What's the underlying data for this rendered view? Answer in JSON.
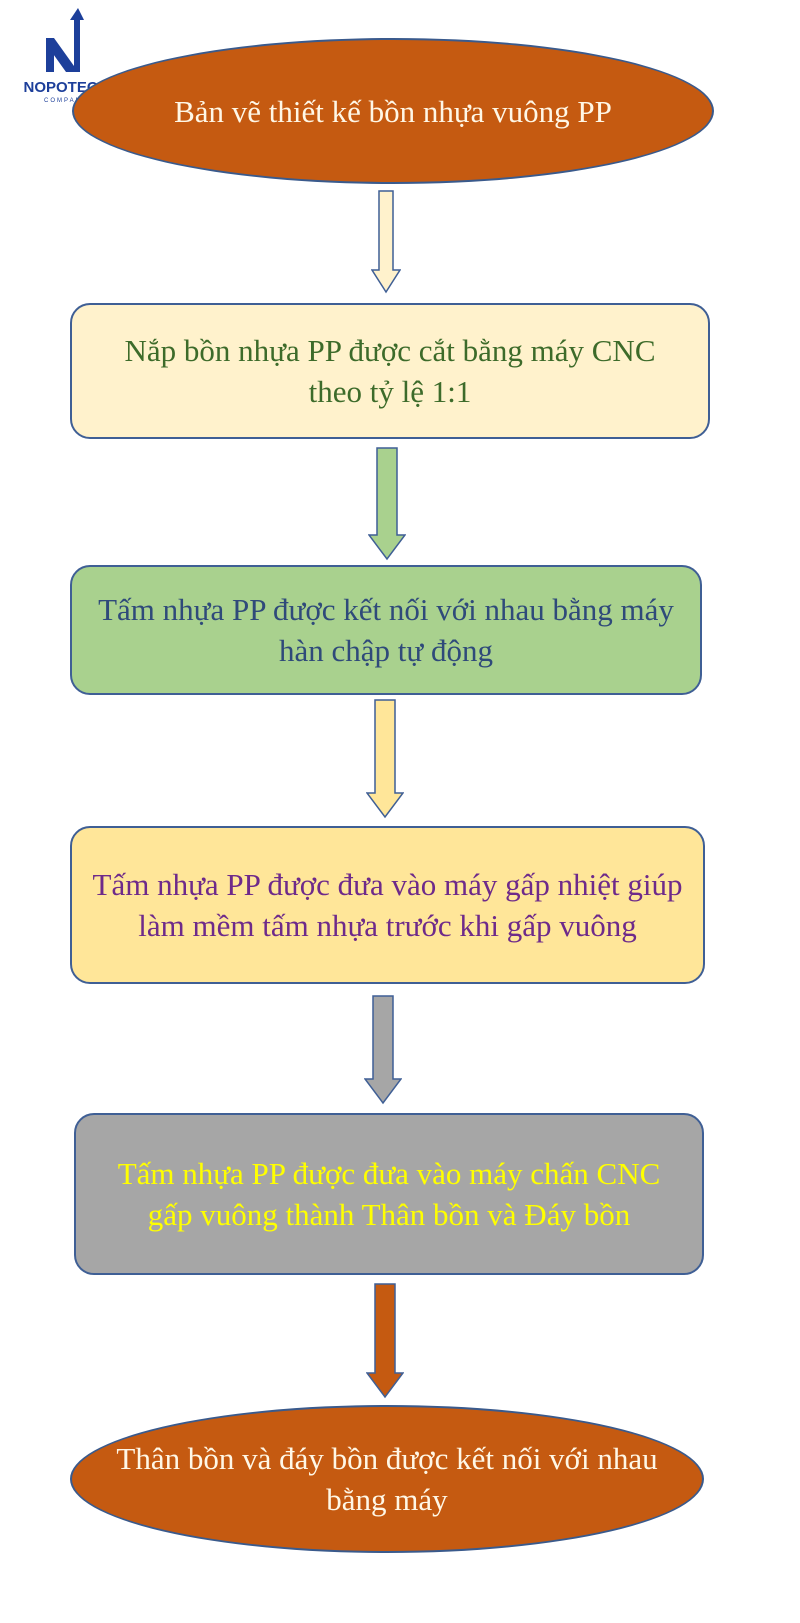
{
  "logo": {
    "name": "NOPOTECH",
    "subtitle": "COMPANY"
  },
  "colors": {
    "ellipse_fill": "#c55a11",
    "step1_fill": "#fff2cc",
    "step2_fill": "#a9d18e",
    "step3_fill": "#ffe699",
    "step4_fill": "#a6a6a6",
    "outline": "#3f5f95"
  },
  "steps": [
    {
      "text": "Bản vẽ thiết kế bồn nhựa vuông PP",
      "shape": "ellipse"
    },
    {
      "text": "Nắp bồn nhựa PP được cắt bằng máy CNC theo tỷ lệ 1:1",
      "shape": "rounded-rect"
    },
    {
      "text": "Tấm nhựa PP được kết nối với nhau bằng máy hàn chập tự động",
      "shape": "rounded-rect"
    },
    {
      "text": "Tấm nhựa PP được đưa vào máy gấp nhiệt giúp làm mềm tấm nhựa trước khi gấp vuông",
      "shape": "rounded-rect"
    },
    {
      "text": "Tấm nhựa PP được đưa vào máy chấn CNC gấp vuông thành Thân bồn và Đáy bồn",
      "shape": "rounded-rect"
    },
    {
      "text": "Thân bồn và đáy bồn được kết nối với nhau bằng máy",
      "shape": "ellipse"
    }
  ],
  "arrows": [
    {
      "from": 1,
      "to": 2,
      "color": "#fff2cc"
    },
    {
      "from": 2,
      "to": 3,
      "color": "#a9d18e"
    },
    {
      "from": 3,
      "to": 4,
      "color": "#ffe699"
    },
    {
      "from": 4,
      "to": 5,
      "color": "#a6a6a6"
    },
    {
      "from": 5,
      "to": 6,
      "color": "#c55a11"
    }
  ]
}
